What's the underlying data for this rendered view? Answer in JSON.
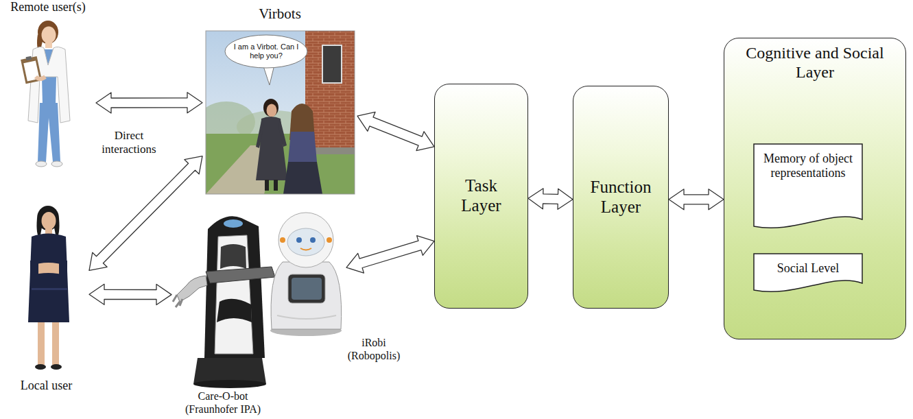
{
  "diagram": {
    "nodes": [
      {
        "text": [
          "Remote user(s)"
        ]
      },
      {
        "text": [
          "Virbots"
        ]
      },
      {
        "text": [
          "I am a Virbot. Can I help you?"
        ],
        "in": 1
      },
      {
        "text": [
          "Local user"
        ]
      },
      {
        "text": [
          "Care-O-bot (Fraunhofer IPA)"
        ]
      },
      {
        "text": [
          "iRobi (Robopolis)"
        ]
      },
      {
        "text": [
          "Task Layer"
        ]
      },
      {
        "text": [
          "Function Layer"
        ]
      },
      {
        "text": [
          "Cognitive and Social Layer"
        ]
      },
      {
        "text": [
          "Memory of object representations"
        ],
        "in": 8
      },
      {
        "text": [
          "Social Level"
        ],
        "in": 8
      }
    ],
    "edges": [
      {
        "from": 0,
        "to": 1,
        "arrow": "both",
        "label": "Direct interactions"
      },
      {
        "from": 3,
        "to": 1,
        "arrow": "both"
      },
      {
        "from": 3,
        "to": 4,
        "arrow": "both"
      },
      {
        "from": 1,
        "to": 6,
        "arrow": "both"
      },
      {
        "from": 5,
        "to": 6,
        "arrow": "both"
      },
      {
        "from": 6,
        "to": 7,
        "arrow": "both"
      },
      {
        "from": 7,
        "to": 8,
        "arrow": "both"
      }
    ]
  }
}
